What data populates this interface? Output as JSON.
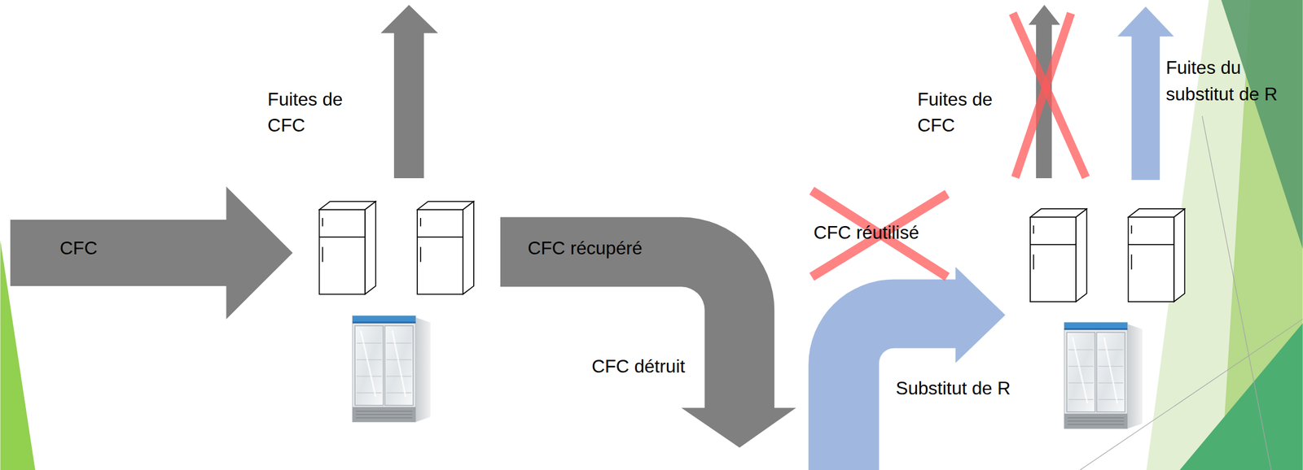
{
  "diagram": {
    "labels": [
      "Fuites de CFC",
      "CFC",
      "CFC récupéré",
      "CFC détruit",
      "CFC réutilisé",
      "Substitut de R",
      "Fuites de CFC",
      "Fuites du substitut de R"
    ]
  }
}
